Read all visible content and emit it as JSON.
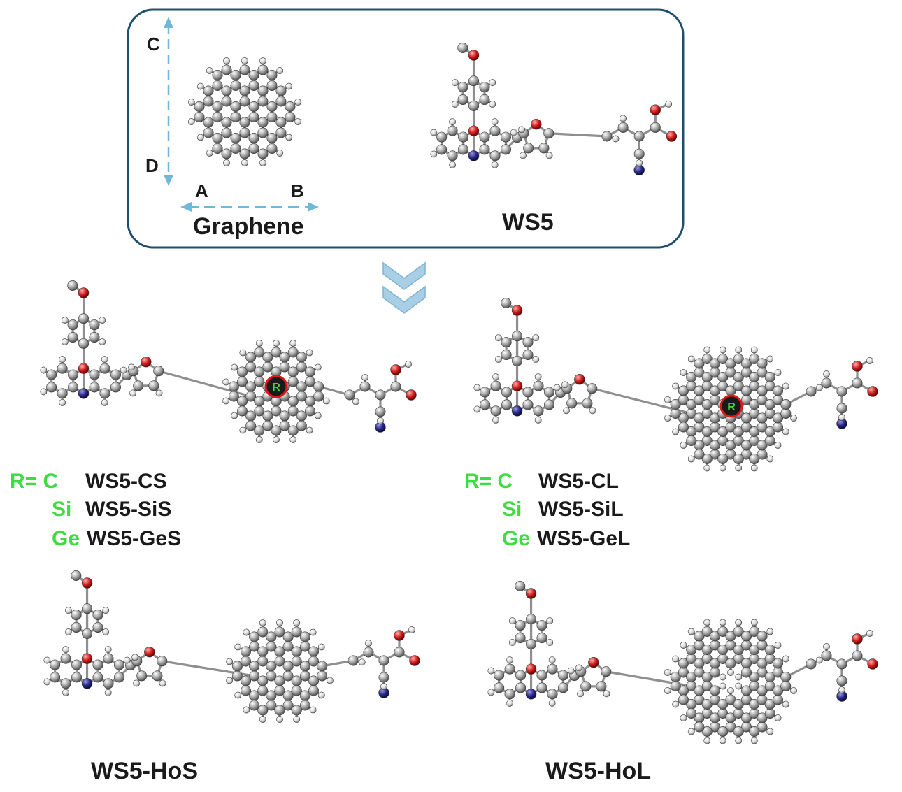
{
  "top_panel": {
    "graphene_label": "Graphene",
    "ws5_label": "WS5",
    "directions": {
      "a": "A",
      "b": "B",
      "c": "C",
      "d": "D"
    }
  },
  "structures": {
    "small": {
      "ring_label": "R",
      "variants": [
        {
          "substituent": "R= C",
          "name": "WS5-CS"
        },
        {
          "substituent": "Si",
          "name": "WS5-SiS"
        },
        {
          "substituent": "Ge",
          "name": "WS5-GeS"
        }
      ]
    },
    "large": {
      "ring_label": "R",
      "variants": [
        {
          "substituent": "R= C",
          "name": "WS5-CL"
        },
        {
          "substituent": "Si",
          "name": "WS5-SiL"
        },
        {
          "substituent": "Ge",
          "name": "WS5-GeL"
        }
      ]
    },
    "hole_small": {
      "name": "WS5-HoS"
    },
    "hole_large": {
      "name": "WS5-HoL"
    }
  },
  "colors": {
    "carbon": "#a8a8a8",
    "hydrogen": "#e6e6e6",
    "oxygen": "#d42020",
    "nitrogen": "#2a2a8c",
    "substituent_label": "#3fdc3f",
    "panel_border": "#1f4f6f",
    "direction_arrow": "#6fb8d8",
    "flow_chevron": "#a8cfe6"
  }
}
